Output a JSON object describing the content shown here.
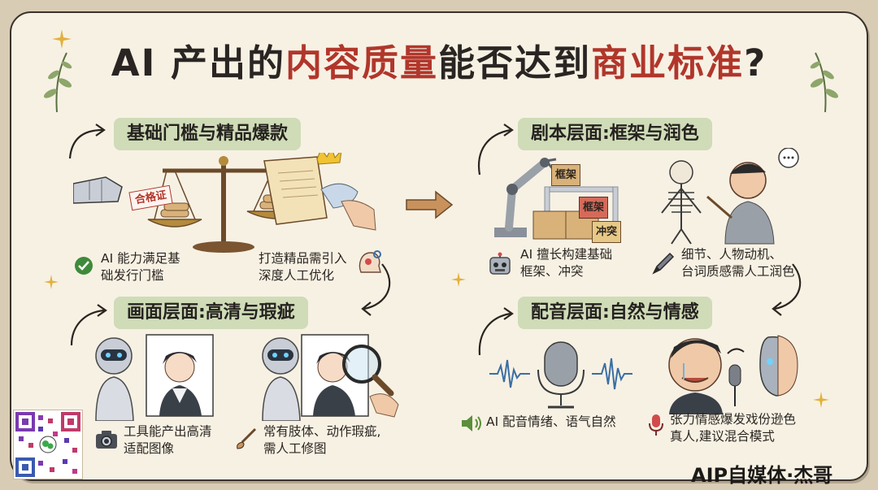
{
  "title": {
    "parts": [
      {
        "text": "AI 产出的",
        "style": "dark"
      },
      {
        "text": "内容质量",
        "style": "red"
      },
      {
        "text": "能否达到",
        "style": "dark"
      },
      {
        "text": "商业标准",
        "style": "red"
      },
      {
        "text": "?",
        "style": "dark"
      }
    ]
  },
  "sections": {
    "basic": {
      "heading": "基础门槛与精品爆款",
      "badge": "合格证",
      "caption_left": [
        "AI 能力满足基",
        "础发行门槛"
      ],
      "caption_right": [
        "打造精品需引入",
        "深度人工优化"
      ]
    },
    "script": {
      "heading": "剧本层面:框架与润色",
      "blocks": [
        "框架",
        "框架",
        "冲突"
      ],
      "caption_left": [
        "AI 擅长构建基础",
        "框架、冲突"
      ],
      "caption_right": [
        "细节、人物动机、",
        "台词质感需人工润色"
      ]
    },
    "visual": {
      "heading": "画面层面:高清与瑕疵",
      "caption_left": [
        "工具能产出高清",
        "适配图像"
      ],
      "caption_right": [
        "常有肢体、动作瑕疵,",
        "需人工修图"
      ]
    },
    "audio": {
      "heading": "配音层面:自然与情感",
      "caption_left": [
        "AI 配音情绪、语气自然"
      ],
      "caption_right": [
        "张力情感爆发戏份逊色",
        "真人,建议混合模式"
      ]
    }
  },
  "brand": "AIP自媒体·杰哥",
  "colors": {
    "accent_red": "#b1362b",
    "heading_green": "#cfdcb7",
    "paper": "#f7f1e4",
    "background": "#d9ccb4"
  }
}
